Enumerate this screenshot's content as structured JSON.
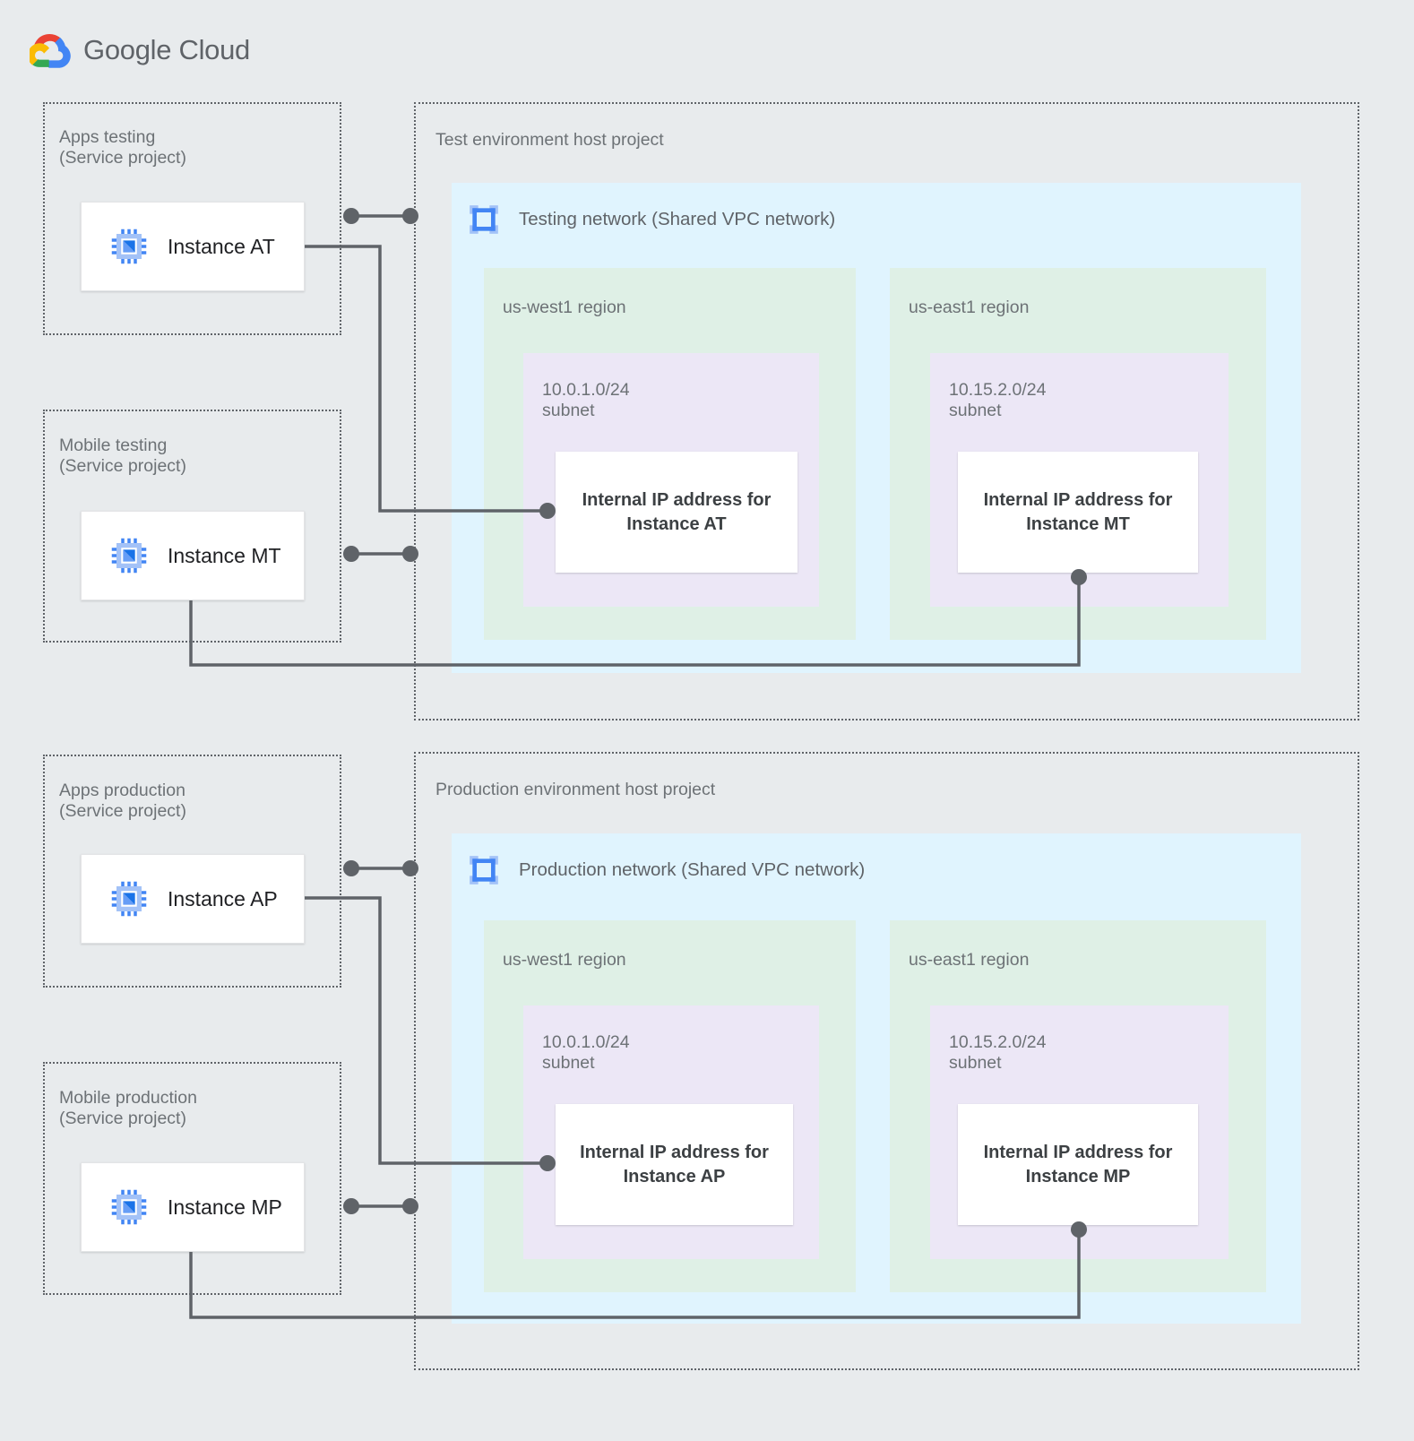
{
  "brand": {
    "logo_text_bold": "Google",
    "logo_text_light": " Cloud",
    "logo_icon": "google-cloud-logo",
    "colors": {
      "page_background": "#e8ebed",
      "network_panel": "#e0f4fe",
      "region_box": "#dff0e6",
      "subnet_box": "#ece7f6",
      "card_background": "#ffffff",
      "dotted_border": "#5f6368",
      "connector": "#5f6368",
      "label_text": "#6d7276",
      "strong_text": "#3c4043",
      "icon_blue": "#4285f4",
      "icon_blue_light": "#a3c2f7"
    }
  },
  "service_projects": [
    {
      "id": "apps-testing",
      "label": "Apps testing\n(Service project)",
      "instance": {
        "name": "Instance AT",
        "icon": "cpu-chip-icon"
      }
    },
    {
      "id": "mobile-testing",
      "label": "Mobile testing\n(Service project)",
      "instance": {
        "name": "Instance MT",
        "icon": "cpu-chip-icon"
      }
    },
    {
      "id": "apps-production",
      "label": "Apps production\n(Service project)",
      "instance": {
        "name": "Instance AP",
        "icon": "cpu-chip-icon"
      }
    },
    {
      "id": "mobile-production",
      "label": "Mobile production\n(Service project)",
      "instance": {
        "name": "Instance MP",
        "icon": "cpu-chip-icon"
      }
    }
  ],
  "host_projects": [
    {
      "id": "test-host",
      "label": "Test environment host project",
      "network": {
        "title": "Testing network (Shared VPC network)",
        "icon": "vpc-network-icon"
      },
      "regions": [
        {
          "id": "test-us-west1",
          "label": "us-west1 region",
          "subnet": {
            "label": "10.0.1.0/24\nsubnet",
            "ip_card": "Internal IP address for\nInstance AT"
          }
        },
        {
          "id": "test-us-east1",
          "label": "us-east1 region",
          "subnet": {
            "label": "10.15.2.0/24\nsubnet",
            "ip_card": "Internal IP address for\nInstance MT"
          }
        }
      ]
    },
    {
      "id": "prod-host",
      "label": "Production environment host project",
      "network": {
        "title": "Production network (Shared VPC network)",
        "icon": "vpc-network-icon"
      },
      "regions": [
        {
          "id": "prod-us-west1",
          "label": "us-west1 region",
          "subnet": {
            "label": "10.0.1.0/24\nsubnet",
            "ip_card": "Internal IP address for\nInstance AP"
          }
        },
        {
          "id": "prod-us-east1",
          "label": "us-east1 region",
          "subnet": {
            "label": "10.15.2.0/24\nsubnet",
            "ip_card": "Internal IP address for\nInstance MP"
          }
        }
      ]
    }
  ],
  "connections": [
    {
      "id": "at-to-test-host",
      "from": "Instance AT",
      "to": "Test environment host project"
    },
    {
      "id": "at-to-ip",
      "from": "Instance AT",
      "to": "Internal IP address for Instance AT"
    },
    {
      "id": "mt-to-test-host",
      "from": "Instance MT",
      "to": "Test environment host project"
    },
    {
      "id": "mt-to-ip",
      "from": "Instance MT",
      "to": "Internal IP address for Instance MT"
    },
    {
      "id": "ap-to-prod-host",
      "from": "Instance AP",
      "to": "Production environment host project"
    },
    {
      "id": "ap-to-ip",
      "from": "Instance AP",
      "to": "Internal IP address for Instance AP"
    },
    {
      "id": "mp-to-prod-host",
      "from": "Instance MP",
      "to": "Production environment host project"
    },
    {
      "id": "mp-to-ip",
      "from": "Instance MP",
      "to": "Internal IP address for Instance MP"
    }
  ]
}
